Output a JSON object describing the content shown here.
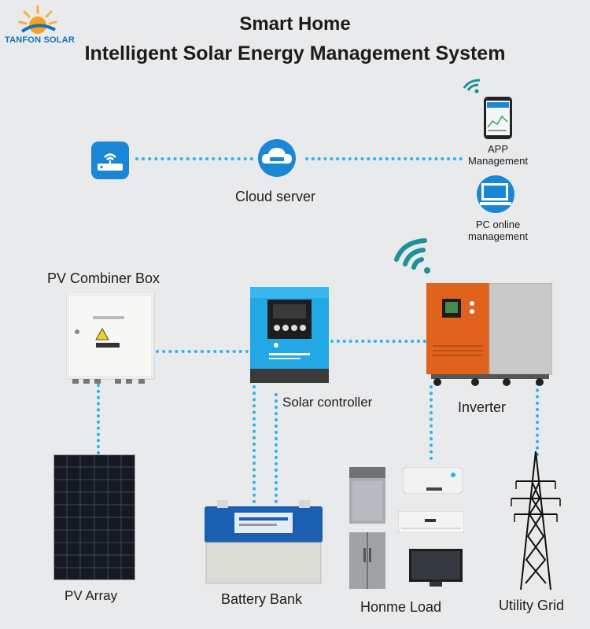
{
  "brand": {
    "name": "TANFON SOLAR"
  },
  "title": {
    "line1": "Smart Home",
    "line2": "Intelligent Solar Energy Management System"
  },
  "nodes": {
    "cloud": "Cloud server",
    "app": "APP\nManagement",
    "pc": "PC online\nmanagement",
    "combiner": "PV Combiner Box",
    "controller": "Solar controller",
    "inverter": "Inverter",
    "pv_array": "PV Array",
    "battery": "Battery Bank",
    "load": "Honme Load",
    "grid": "Utility Grid"
  },
  "colors": {
    "link_dots": "#29b3ef",
    "accent_blue": "#1a86d6",
    "inverter_orange": "#e1621c",
    "background": "#e9eaec"
  },
  "icons": [
    "router-icon",
    "cloud-server-icon",
    "wifi-icon",
    "smartphone-icon",
    "pc-icon"
  ]
}
